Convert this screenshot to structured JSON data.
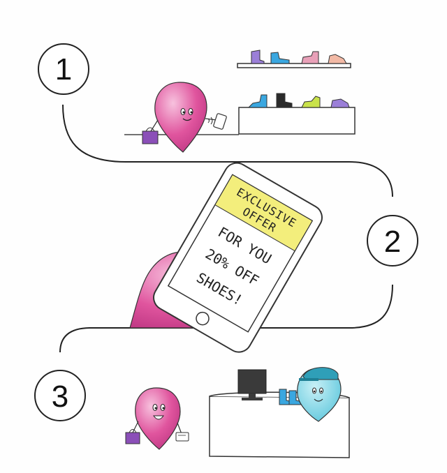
{
  "steps": [
    {
      "number": "1"
    },
    {
      "number": "2"
    },
    {
      "number": "3"
    }
  ],
  "phone": {
    "header_line1": "EXCLUSIVE",
    "header_line2": "OFFER",
    "body_line1": "FOR YOU",
    "body_line2": "20% OFF",
    "body_line3": "SHOES!"
  },
  "colors": {
    "pin_pink": "#e0559e",
    "pin_pink_light": "#f4a8cf",
    "cashier_teal": "#7fd6e6",
    "cap_teal": "#2f9fb8",
    "offer_yellow": "#f3ee7c",
    "shoe_purple": "#9b7fd8",
    "shoe_blue": "#3aa7e0",
    "shoe_pink": "#e8a0b8",
    "shoe_lime": "#c9e24a",
    "shoe_black": "#2a2a2a",
    "monitor": "#3a3a3a"
  },
  "icons": [
    "location-pin-character",
    "shopping-bag-icon",
    "smartphone-icon",
    "shoe-icon",
    "monitor-icon",
    "cashier-character"
  ]
}
